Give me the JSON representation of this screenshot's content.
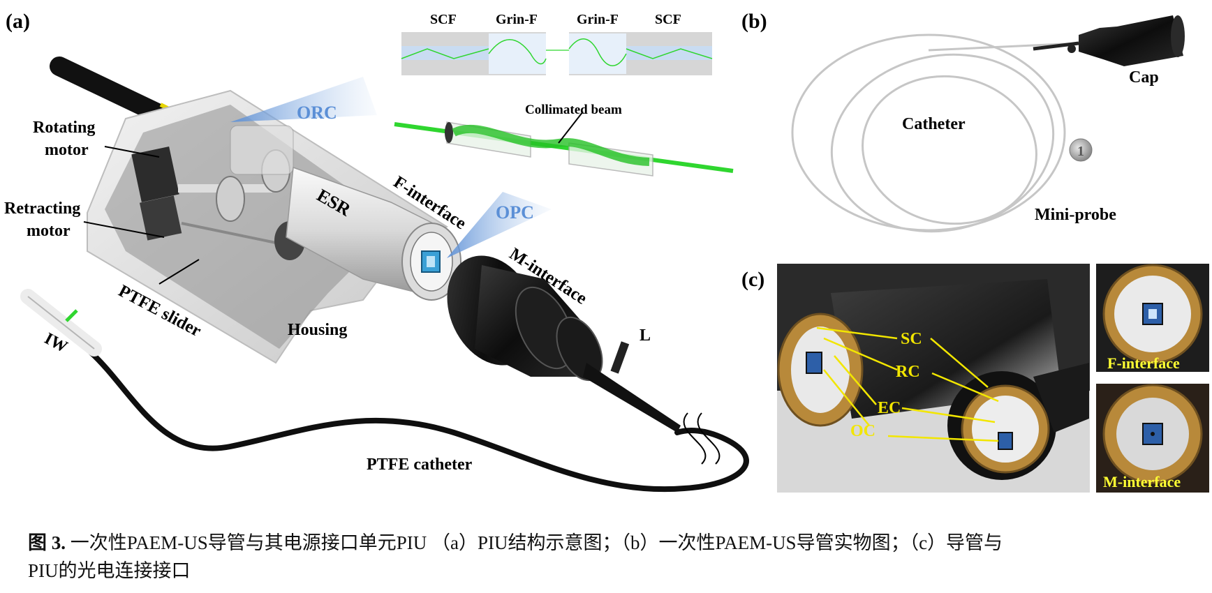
{
  "panels": {
    "a": {
      "panel_label": "(a)",
      "fiber_labels": [
        "SCF",
        "Grin-F",
        "Grin-F",
        "SCF"
      ],
      "collimated_beam": "Collimated beam",
      "orc": "ORC",
      "opc": "OPC",
      "rotating_motor": [
        "Rotating",
        "motor"
      ],
      "retracting_motor": [
        "Retracting",
        "motor"
      ],
      "esr": "ESR",
      "f_interface": "F-interface",
      "m_interface": "M-interface",
      "ptfe_slider": "PTFE slider",
      "housing": "Housing",
      "iw": "IW",
      "l": "L",
      "ptfe_catheter": "PTFE catheter"
    },
    "b": {
      "panel_label": "(b)",
      "cap": "Cap",
      "catheter": "Catheter",
      "mini_probe": "Mini-probe"
    },
    "c": {
      "panel_label": "(c)",
      "sc": "SC",
      "rc": "RC",
      "ec": "EC",
      "oc": "OC",
      "f_interface_inset": "F-interface",
      "m_interface_inset": "M-interface"
    }
  },
  "caption": {
    "figure_number": "图 3.",
    "line1": " 一次性PAEM-US导管与其电源接口单元PIU （a）PIU结构示意图；（b）一次性PAEM-US导管实物图；（c）导管与",
    "line2": "PIU的光电连接接口"
  },
  "colors": {
    "beam_green": "#2fd62f",
    "light_blue": "#5b8fd6",
    "annotation_yellow": "#f2e600",
    "inset_text_yellow": "#ffff33",
    "copper": "#b8893a"
  }
}
